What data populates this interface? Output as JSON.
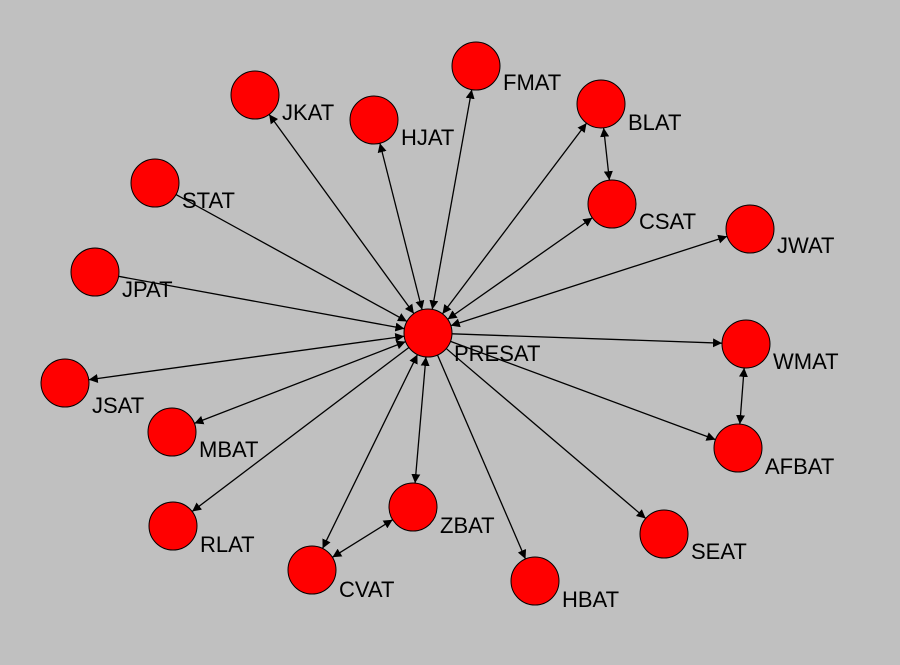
{
  "colors": {
    "background": "#c0c0c0",
    "node_fill": "#ff0000",
    "node_stroke": "#000000",
    "edge": "#000000"
  },
  "graph": {
    "nodes": [
      {
        "id": "PRESAT"
      },
      {
        "id": "JKAT"
      },
      {
        "id": "HJAT"
      },
      {
        "id": "FMAT"
      },
      {
        "id": "BLAT"
      },
      {
        "id": "CSAT"
      },
      {
        "id": "JWAT"
      },
      {
        "id": "STAT"
      },
      {
        "id": "JPAT"
      },
      {
        "id": "JSAT"
      },
      {
        "id": "MBAT"
      },
      {
        "id": "RLAT"
      },
      {
        "id": "CVAT"
      },
      {
        "id": "ZBAT"
      },
      {
        "id": "HBAT"
      },
      {
        "id": "SEAT"
      },
      {
        "id": "AFBAT"
      },
      {
        "id": "WMAT"
      }
    ],
    "edges": [
      {
        "from": "PRESAT",
        "to": "JKAT",
        "arrow": "both"
      },
      {
        "from": "PRESAT",
        "to": "HJAT",
        "arrow": "both"
      },
      {
        "from": "PRESAT",
        "to": "FMAT",
        "arrow": "both"
      },
      {
        "from": "PRESAT",
        "to": "BLAT",
        "arrow": "both"
      },
      {
        "from": "PRESAT",
        "to": "CSAT",
        "arrow": "both"
      },
      {
        "from": "PRESAT",
        "to": "JWAT",
        "arrow": "both"
      },
      {
        "from": "STAT",
        "to": "PRESAT",
        "arrow": "end"
      },
      {
        "from": "JPAT",
        "to": "PRESAT",
        "arrow": "end"
      },
      {
        "from": "PRESAT",
        "to": "JSAT",
        "arrow": "both"
      },
      {
        "from": "PRESAT",
        "to": "MBAT",
        "arrow": "both"
      },
      {
        "from": "PRESAT",
        "to": "RLAT",
        "arrow": "end"
      },
      {
        "from": "PRESAT",
        "to": "CVAT",
        "arrow": "both"
      },
      {
        "from": "PRESAT",
        "to": "ZBAT",
        "arrow": "both"
      },
      {
        "from": "PRESAT",
        "to": "HBAT",
        "arrow": "end"
      },
      {
        "from": "PRESAT",
        "to": "SEAT",
        "arrow": "end"
      },
      {
        "from": "PRESAT",
        "to": "AFBAT",
        "arrow": "end"
      },
      {
        "from": "PRESAT",
        "to": "WMAT",
        "arrow": "end"
      },
      {
        "from": "BLAT",
        "to": "CSAT",
        "arrow": "both"
      },
      {
        "from": "WMAT",
        "to": "AFBAT",
        "arrow": "both"
      },
      {
        "from": "ZBAT",
        "to": "CVAT",
        "arrow": "both"
      }
    ]
  }
}
